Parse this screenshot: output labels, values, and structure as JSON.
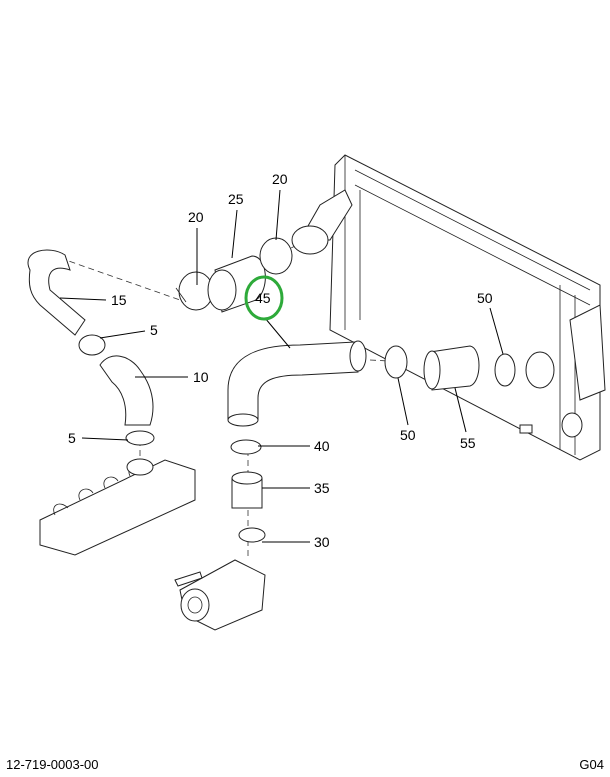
{
  "diagram": {
    "callouts": [
      "20",
      "25",
      "20",
      "45",
      "15",
      "5",
      "10",
      "5",
      "40",
      "35",
      "30",
      "50",
      "50",
      "55"
    ],
    "highlight_color": "#2eaa3a",
    "highlighted_callout": "45"
  },
  "footer": {
    "drawing_number": "12-719-0003-00",
    "sheet_code": "G04"
  }
}
